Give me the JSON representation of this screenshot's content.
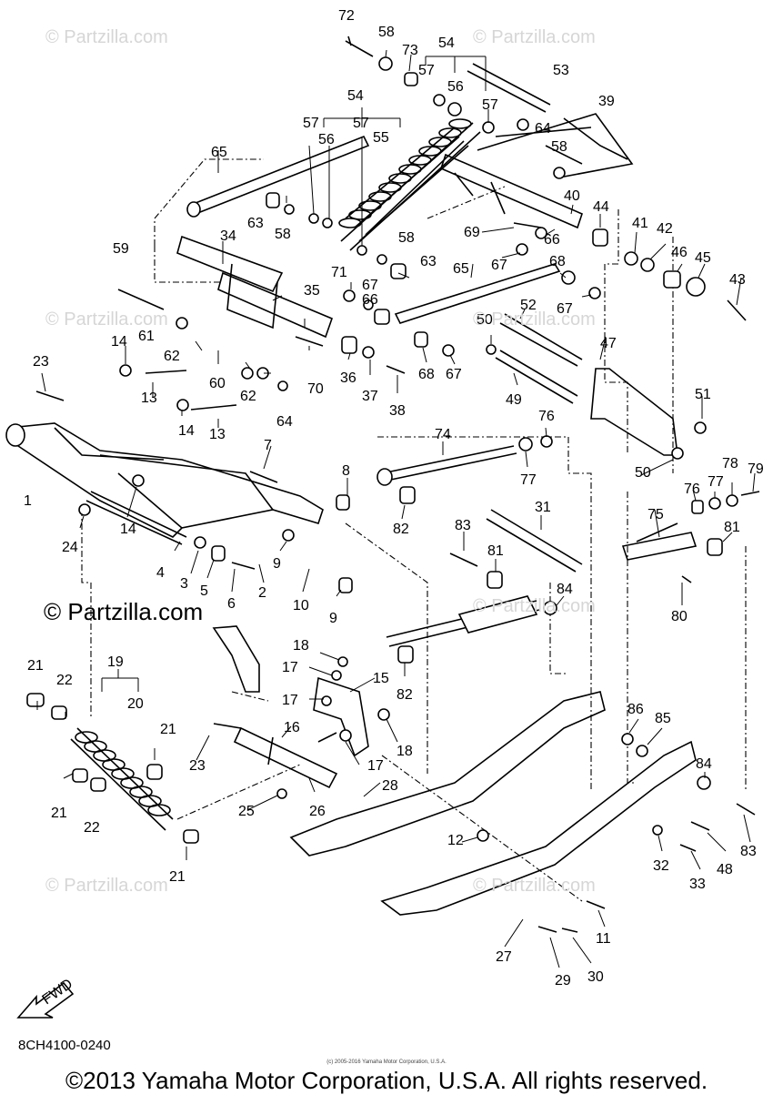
{
  "diagram_code": "8CH4100-0240",
  "fwd_label": "FWD",
  "watermark": "© Partzilla.com",
  "small_copyright": "(c) 2005-2016 Yamaha Motor Corporation, U.S.A.",
  "copyright": "©2013 Yamaha Motor Corporation, U.S.A. All rights reserved.",
  "callouts": [
    "72",
    "58",
    "73",
    "54",
    "57",
    "56",
    "53",
    "57",
    "64",
    "39",
    "54",
    "57",
    "57",
    "55",
    "56",
    "58",
    "65",
    "63",
    "58",
    "40",
    "44",
    "69",
    "66",
    "41",
    "42",
    "46",
    "45",
    "43",
    "34",
    "58",
    "63",
    "67",
    "68",
    "59",
    "71",
    "67",
    "65",
    "52",
    "67",
    "35",
    "66",
    "50",
    "47",
    "61",
    "62",
    "60",
    "70",
    "36",
    "37",
    "38",
    "68",
    "67",
    "49",
    "51",
    "23",
    "14",
    "62",
    "64",
    "13",
    "14",
    "13",
    "76",
    "74",
    "50",
    "78",
    "7",
    "8",
    "77",
    "79",
    "1",
    "14",
    "77",
    "76",
    "24",
    "75",
    "2",
    "4",
    "3",
    "5",
    "6",
    "9",
    "82",
    "83",
    "31",
    "81",
    "81",
    "10",
    "9",
    "84",
    "80",
    "82",
    "18",
    "17",
    "15",
    "19",
    "21",
    "22",
    "20",
    "17",
    "16",
    "18",
    "21",
    "23",
    "17",
    "86",
    "85",
    "84",
    "21",
    "22",
    "25",
    "26",
    "28",
    "83",
    "12",
    "32",
    "48",
    "33",
    "21",
    "11",
    "27",
    "30",
    "29"
  ]
}
